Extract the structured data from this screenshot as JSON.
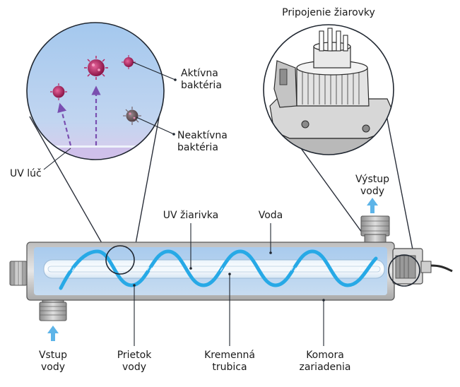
{
  "labels": {
    "connection": "Pripojenie žiarovky",
    "active_line1": "Aktívna",
    "active_line2": "baktéria",
    "inactive_line1": "Neaktívna",
    "inactive_line2": "baktéria",
    "uv_ray": "UV lúč",
    "outlet_line1": "Výstup",
    "outlet_line2": "vody",
    "uv_lamp": "UV žiarivka",
    "water": "Voda",
    "inlet_line1": "Vstup",
    "inlet_line2": "vody",
    "flow_line1": "Prietok",
    "flow_line2": "vody",
    "quartz_line1": "Kremenná",
    "quartz_line2": "trubica",
    "chamber_line1": "Komora",
    "chamber_line2": "zariadenia"
  },
  "colors": {
    "water": "#b7d3ef",
    "flow": "#27a9e6",
    "arrow": "#5db4e8",
    "uv_ray": "#7a4fb0",
    "bacteria_active": "#b8205e",
    "bacteria_inactive": "#6f5a5f",
    "housing": "#c9c9c9"
  }
}
